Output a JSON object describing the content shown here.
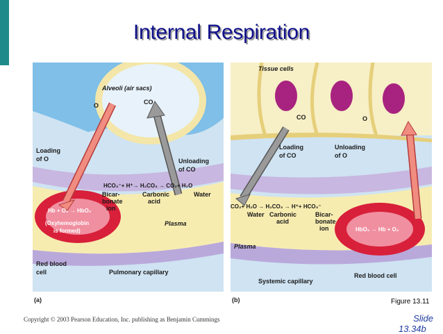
{
  "title": "Internal Respiration",
  "copyright": "Copyright © 2003 Pearson Education, Inc. publishing as Benjamin Cummings",
  "figure_ref": "Figure 13.11",
  "slide": {
    "label": "Slide",
    "number": "13.34b"
  },
  "panel_a": {
    "tag": "(a)",
    "alveoli": "Alveoli (air sacs)",
    "o2": "O",
    "co2": "CO",
    "loading_o2": [
      "Loading",
      "of O"
    ],
    "unloading_co2": [
      "Unloading",
      "of CO"
    ],
    "reaction": "HCO₃⁻+ H⁺→ H₂CO₃ → CO₂+ H₂O",
    "bicarbonate_ion": [
      "Bicar-",
      "bonate",
      "ion"
    ],
    "carbonic_acid": [
      "Carbonic",
      "acid"
    ],
    "water": "Water",
    "rbc_reaction": "Hb + O₂ → HbO₂",
    "rbc_note": [
      "(Oxyhemoglobin",
      "is formed)"
    ],
    "plasma": "Plasma",
    "red_blood_cell": [
      "Red blood",
      "cell"
    ],
    "capillary": "Pulmonary capillary"
  },
  "panel_b": {
    "tag": "(b)",
    "tissue_cells": "Tissue cells",
    "co2": "CO",
    "o2": "O",
    "loading_co2": [
      "Loading",
      "of CO"
    ],
    "unloading_o2": [
      "Unloading",
      "of O"
    ],
    "reaction": "CO₂+ H₂O → H₂CO₃ → H⁺+ HCO₃⁻",
    "water": "Water",
    "carbonic_acid": [
      "Carbonic",
      "acid"
    ],
    "bicarbonate_ion": [
      "Bicar-",
      "bonate",
      "ion"
    ],
    "rbc_reaction": "HbO₂ → Hb + O₂",
    "plasma": "Plasma",
    "capillary": "Systemic capillary",
    "red_blood_cell": "Red blood cell"
  }
}
